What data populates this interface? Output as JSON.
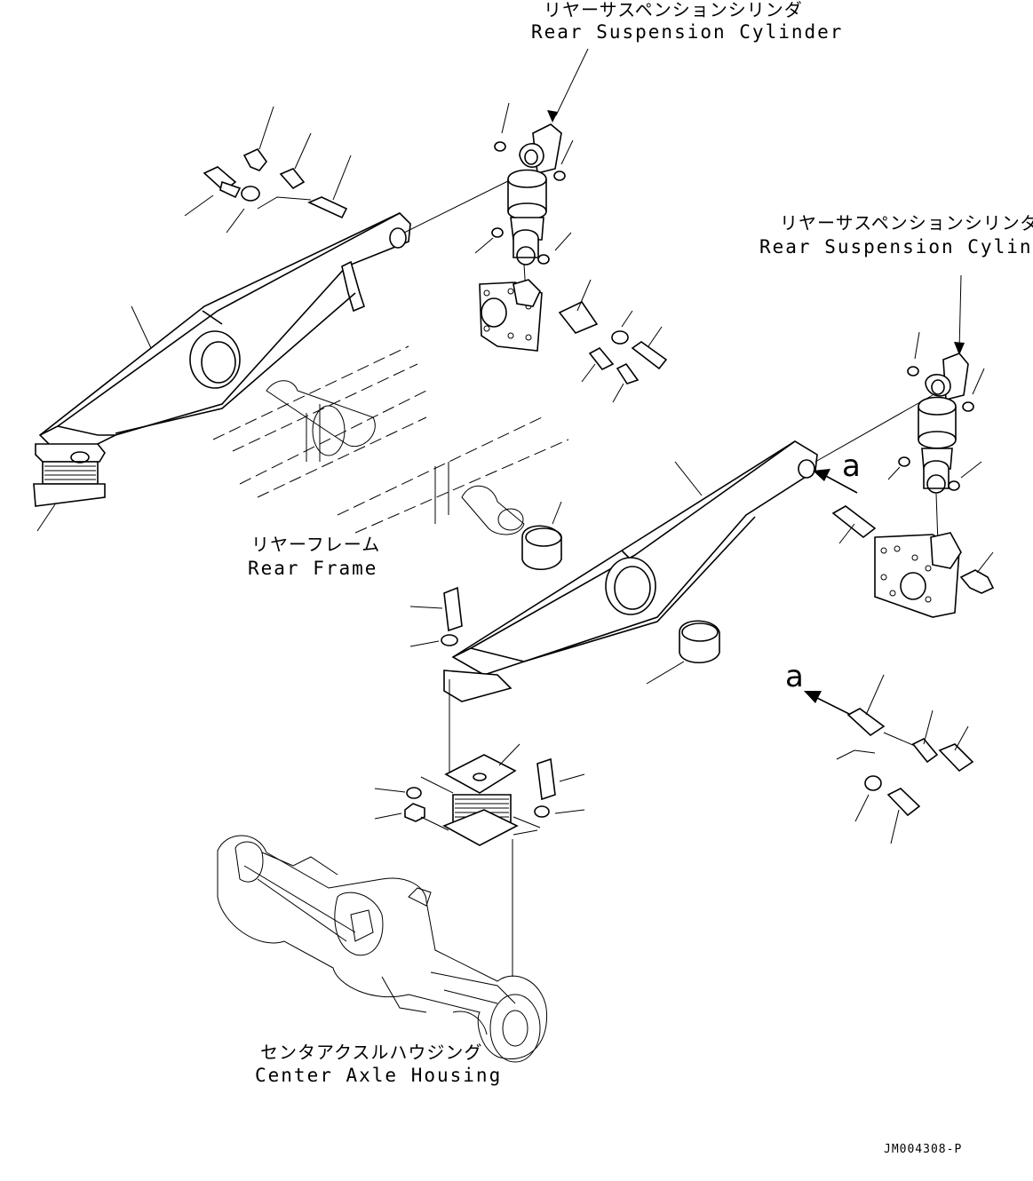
{
  "labels": {
    "cyl_left_ja": "リヤーサスペンションシリンダ",
    "cyl_left_en": "Rear Suspension Cylinder",
    "cyl_right_ja": "リヤーサスペンションシリンダ",
    "cyl_right_en": "Rear Suspension Cylinder",
    "frame_ja": "リヤーフレーム",
    "frame_en": "Rear Frame",
    "axle_ja": "センタアクスルハウジング",
    "axle_en": "Center Axle Housing",
    "marker_a1": "a",
    "marker_a2": "a",
    "drawing_no": "JM004308-P"
  }
}
